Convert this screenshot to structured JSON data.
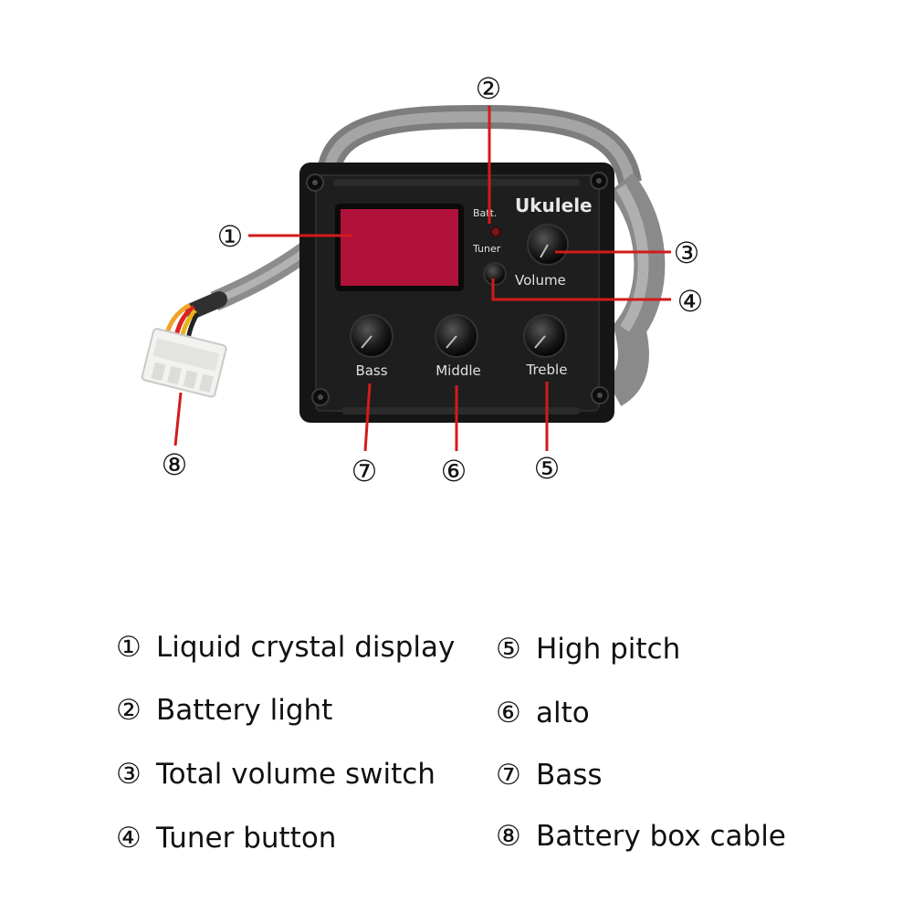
{
  "panel": {
    "brand": "Ukulele",
    "batt_label": "Batt.",
    "tuner_label": "Tuner",
    "volume_label": "Volume",
    "knob_labels": [
      "Bass",
      "Middle",
      "Treble"
    ]
  },
  "callouts": [
    "①",
    "②",
    "③",
    "④",
    "⑤",
    "⑥",
    "⑦",
    "⑧"
  ],
  "legend": [
    {
      "num": "①",
      "text": "Liquid crystal display"
    },
    {
      "num": "②",
      "text": "Battery light"
    },
    {
      "num": "③",
      "text": "Total volume switch"
    },
    {
      "num": "④",
      "text": "Tuner button"
    },
    {
      "num": "⑤",
      "text": "High pitch"
    },
    {
      "num": "⑥",
      "text": "alto"
    },
    {
      "num": "⑦",
      "text": "Bass"
    },
    {
      "num": "⑧",
      "text": "Battery box cable"
    }
  ],
  "colors": {
    "leader": "#d41a1a",
    "panel": "#1b1b1b",
    "cable": "#8e8e8e",
    "lcd": "#b0123a"
  }
}
